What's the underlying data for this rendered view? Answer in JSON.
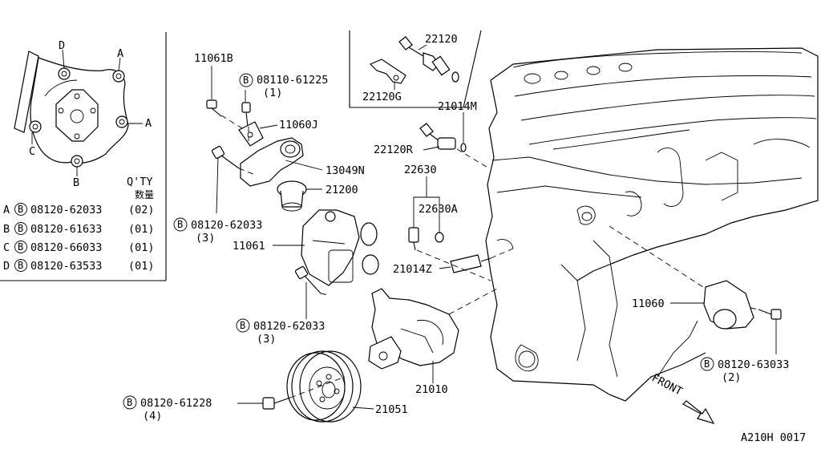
{
  "inset": {
    "markers": {
      "a1": "A",
      "a2": "A",
      "b": "B",
      "c": "C",
      "d": "D"
    },
    "qty_header": "Q'TY",
    "qty_header_cjk": "数量",
    "bolt_table": [
      {
        "key": "A",
        "symbol": "B",
        "part": "08120-62033",
        "qty": "(02)"
      },
      {
        "key": "B",
        "symbol": "B",
        "part": "08120-61633",
        "qty": "(01)"
      },
      {
        "key": "C",
        "symbol": "B",
        "part": "08120-66033",
        "qty": "(01)"
      },
      {
        "key": "D",
        "symbol": "B",
        "part": "08120-63533",
        "qty": "(01)"
      }
    ]
  },
  "labels": {
    "p11061B": "11061B",
    "p08110_61225": "08110-61225",
    "p08110_61225_qty": "(1)",
    "p11060J": "11060J",
    "p13049N": "13049N",
    "p21200": "21200",
    "p08120_62033a": "08120-62033",
    "p08120_62033a_qty": "(3)",
    "p11061": "11061",
    "p08120_62033b": "08120-62033",
    "p08120_62033b_qty": "(3)",
    "p22120": "22120",
    "p22120G": "22120G",
    "p21014M": "21014M",
    "p22120R": "22120R",
    "p22630": "22630",
    "p22630A": "22630A",
    "p21014Z": "21014Z",
    "p11060": "11060",
    "p08120_63033": "08120-63033",
    "p08120_63033_qty": "(2)",
    "p21010": "21010",
    "p08120_61228": "08120-61228",
    "p08120_61228_qty": "(4)",
    "p21051": "21051",
    "front": "FRONT",
    "drawing_code": "A210H 0017"
  },
  "bolt_symbol": "B"
}
